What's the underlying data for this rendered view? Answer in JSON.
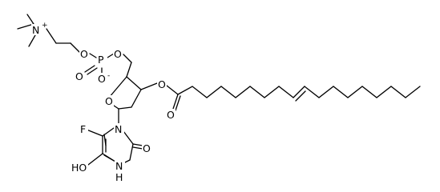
{
  "molecule": {
    "atoms": {
      "n_plus": "N",
      "n_plus_charge": "+",
      "o_choline": "O",
      "p": "P",
      "o_p_double": "O",
      "o_p_minus": "O",
      "o_p_minus_charge": "-",
      "o_5prime": "O",
      "o_ring": "O",
      "o_3prime": "O",
      "o_ester_carbonyl": "O",
      "n1": "N",
      "n3": "N",
      "o_c2": "O",
      "f": "F",
      "ho": "HO",
      "h3": "H"
    }
  }
}
